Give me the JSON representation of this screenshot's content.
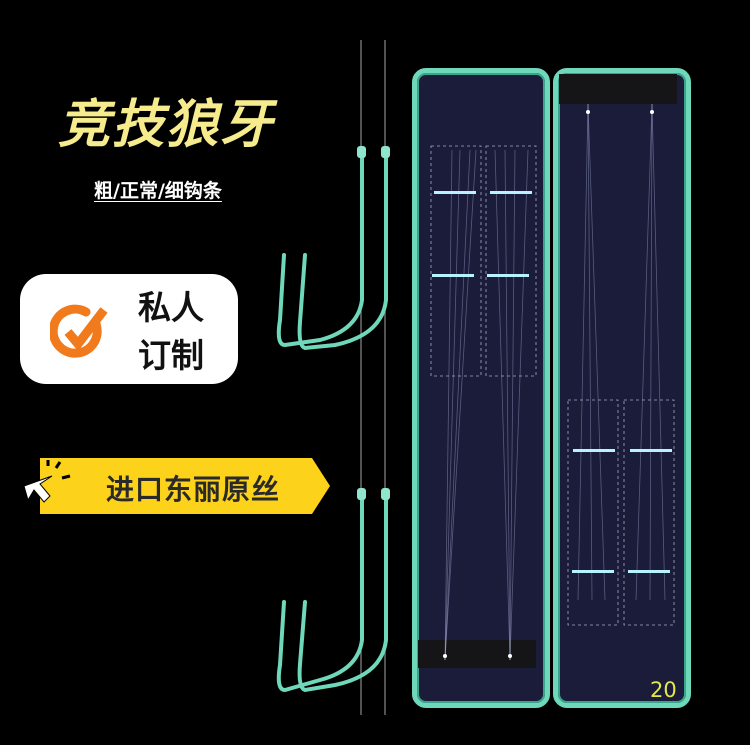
{
  "product": {
    "title": "竞技狼牙",
    "subtitle": "粗/正常/细钩条"
  },
  "badge": {
    "line1": "私人",
    "line2": "订制",
    "icon": "check-circle-icon",
    "accent_color": "#f07a1c"
  },
  "banner": {
    "label": "进口东丽原丝",
    "icon": "cursor-click-icon",
    "color": "#fcd21b"
  },
  "image": {
    "page_number": "20",
    "case_color": "#6fd8bb",
    "case_inner_color": "#1b1b3a",
    "hook_color": "#6fd8bb"
  }
}
